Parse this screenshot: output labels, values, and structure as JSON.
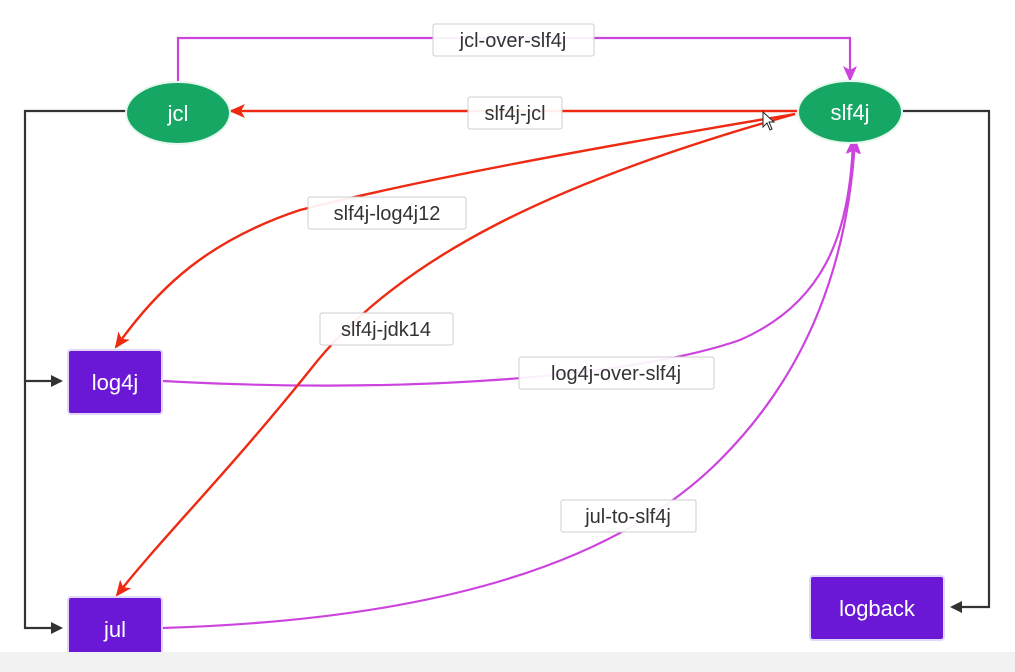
{
  "colors": {
    "ellipse_fill": "#16a764",
    "box_fill": "#6a18d6",
    "edge_black": "#333333",
    "edge_red": "#ee2a12",
    "edge_magenta": "#cc44dd"
  },
  "nodes": {
    "jcl": "jcl",
    "slf4j": "slf4j",
    "log4j": "log4j",
    "jul": "jul",
    "logback": "logback"
  },
  "edges": {
    "jcl_over_slf4j": "jcl-over-slf4j",
    "slf4j_jcl": "slf4j-jcl",
    "slf4j_log4j12": "slf4j-log4j12",
    "slf4j_jdk14": "slf4j-jdk14",
    "log4j_over_slf4j": "log4j-over-slf4j",
    "jul_to_slf4j": "jul-to-slf4j"
  },
  "cursor": "pointer-icon"
}
